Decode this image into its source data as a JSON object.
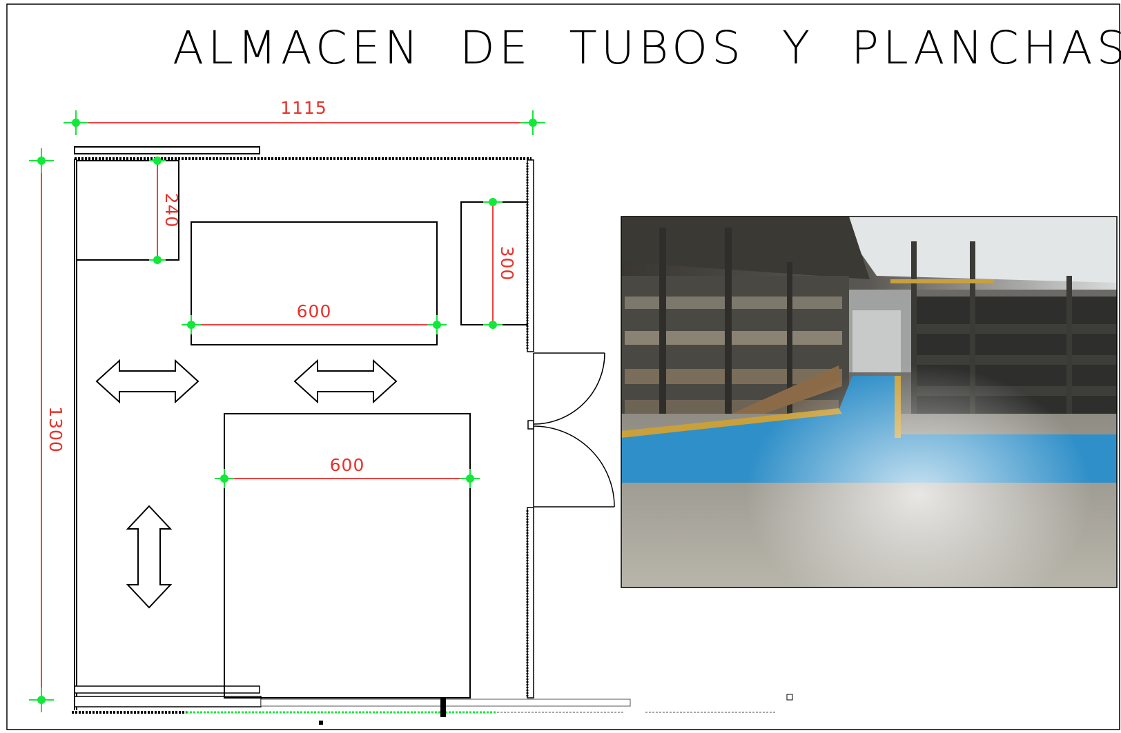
{
  "drawing": {
    "title": "ALMACEN  DE  TUBOS  Y  PLANCHAS"
  },
  "dimensions": {
    "total_width": "1115",
    "total_height": "1300",
    "top_left_rack_depth": "240",
    "right_rack_height": "300",
    "upper_rack_length": "600",
    "lower_rack_length": "600"
  },
  "colors": {
    "dimension_line": "#f04040",
    "dimension_text": "#e8312a",
    "dimension_node": "#12e83a",
    "floor_paint": "#2f8fc8",
    "floor_concrete": "#a9a69c"
  },
  "icons": {
    "aisle_arrows": [
      "double-arrow-horizontal-icon",
      "double-arrow-horizontal-icon",
      "double-arrow-vertical-icon"
    ]
  }
}
